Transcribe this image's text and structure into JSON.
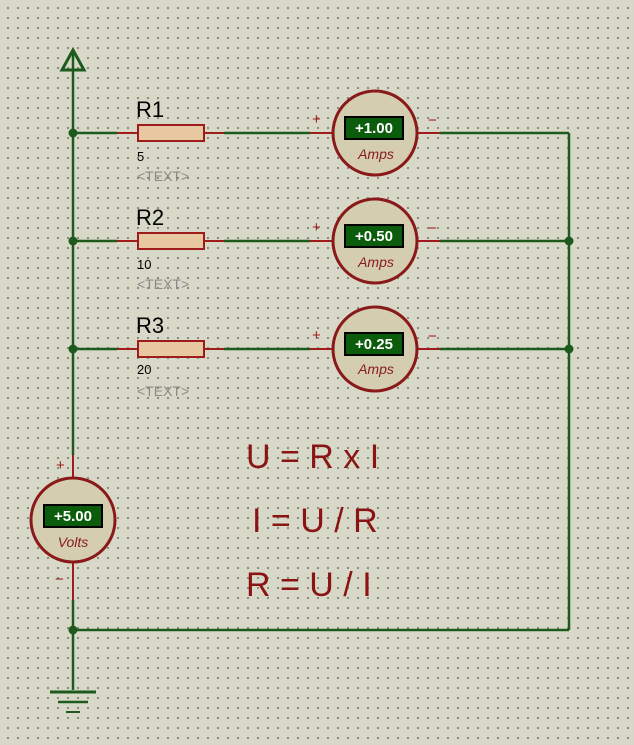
{
  "resistors": [
    {
      "ref": "R1",
      "value": "5",
      "text": "<TEXT>"
    },
    {
      "ref": "R2",
      "value": "10",
      "text": "<TEXT>"
    },
    {
      "ref": "R3",
      "value": "20",
      "text": "<TEXT>"
    }
  ],
  "ammeters": [
    {
      "reading": "+1.00",
      "unit": "Amps"
    },
    {
      "reading": "+0.50",
      "unit": "Amps"
    },
    {
      "reading": "+0.25",
      "unit": "Amps"
    }
  ],
  "voltmeter": {
    "reading": "+5.00",
    "unit": "Volts"
  },
  "polarity": {
    "plus": "+",
    "minus": "−"
  },
  "formulas": [
    "U = R x I",
    "I  = U / R",
    "R = U / I"
  ]
}
